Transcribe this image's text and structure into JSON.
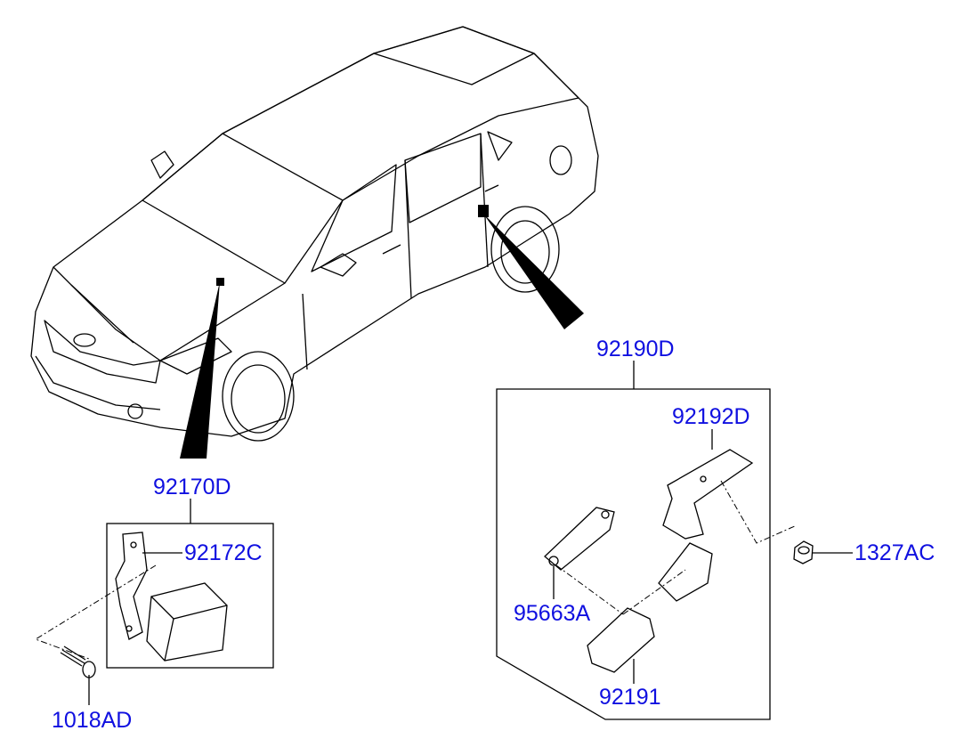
{
  "diagram": {
    "label_color": "#1010e0",
    "parts": {
      "p92190D": "92190D",
      "p92192D": "92192D",
      "p92170D": "92170D",
      "p92172C": "92172C",
      "p1327AC": "1327AC",
      "p95663A": "95663A",
      "p92191": "92191",
      "p1018AD": "1018AD"
    }
  }
}
